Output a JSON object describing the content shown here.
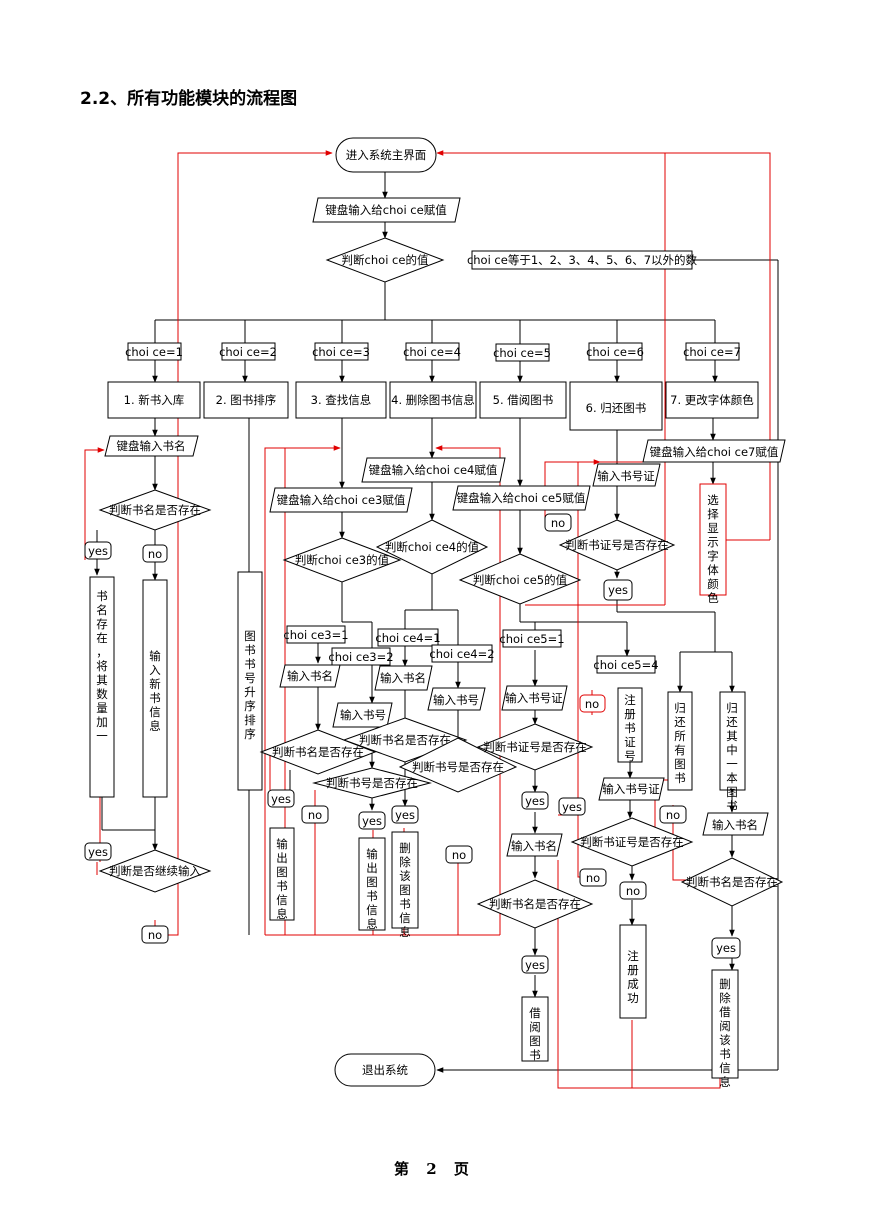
{
  "heading": "2.2、所有功能模块的流程图",
  "footer": "第 2 页",
  "nodes": {
    "enter_main": "进入系统主界面",
    "kb_input_choice": "键盘输入给choi ce赋值",
    "judge_choice": "判断choi ce的值",
    "choice_other": "choi ce等于1、2、3、4、5、6、7以外的数",
    "c1": "choi ce=1",
    "c2": "choi ce=2",
    "c3": "choi ce=3",
    "c4": "choi ce=4",
    "c5": "choi ce=5",
    "c6": "choi ce=6",
    "c7": "choi ce=7",
    "m1": "1. 新书入库",
    "m2": "2. 图书排序",
    "m3": "3. 查找信息",
    "m4": "4. 删除图书信息",
    "m5": "5. 借阅图书",
    "m6": "6. 归还图书",
    "m7": "7. 更改字体颜色",
    "kb_bookname": "键盘输入书名",
    "judge_book_exists": "判断书名是否存在",
    "yes": "yes",
    "no": "no",
    "exists_add": "书名存在，将其数量加一",
    "input_new_info": "输入新书信息",
    "judge_continue": "判断是否继续输入",
    "sort_by_number": "图书书号升序排序",
    "kb_c3": "键盘输入给choi ce3赋值",
    "judge_c3": "判断choi ce3的值",
    "c3_1": "choi ce3=1",
    "c3_2": "choi ce3=2",
    "input_bookname": "输入书名",
    "input_booknum": "输入书号",
    "judge_name_exists": "判断书名是否存在",
    "judge_num_exists": "判断书号是否存在",
    "output_info": "输出图书信息",
    "kb_c4": "键盘输入给choi ce4赋值",
    "judge_c4": "判断choi ce4的值",
    "c4_1": "choi ce4=1",
    "c4_2": "choi ce4=2",
    "delete_book": "删除该图书信息",
    "kb_c5": "键盘输入给choi ce5赋值",
    "judge_c5": "判断choi ce5的值",
    "c5_1": "choi ce5=1",
    "c5_4": "choi ce5=4",
    "input_card": "输入书号证",
    "judge_card_exists": "判断书证号是否存在",
    "register_card": "注册书证号",
    "borrow_book": "借阅图书",
    "register_ok": "注册成功",
    "kb_c7": "键盘输入给choi ce7赋值",
    "pick_color": "选择显示字体颜色",
    "return_all": "归还所有图书",
    "return_one": "归还其中一本图书",
    "delete_borrow": "删除借阅该书信息",
    "exit_system": "退出系统"
  }
}
